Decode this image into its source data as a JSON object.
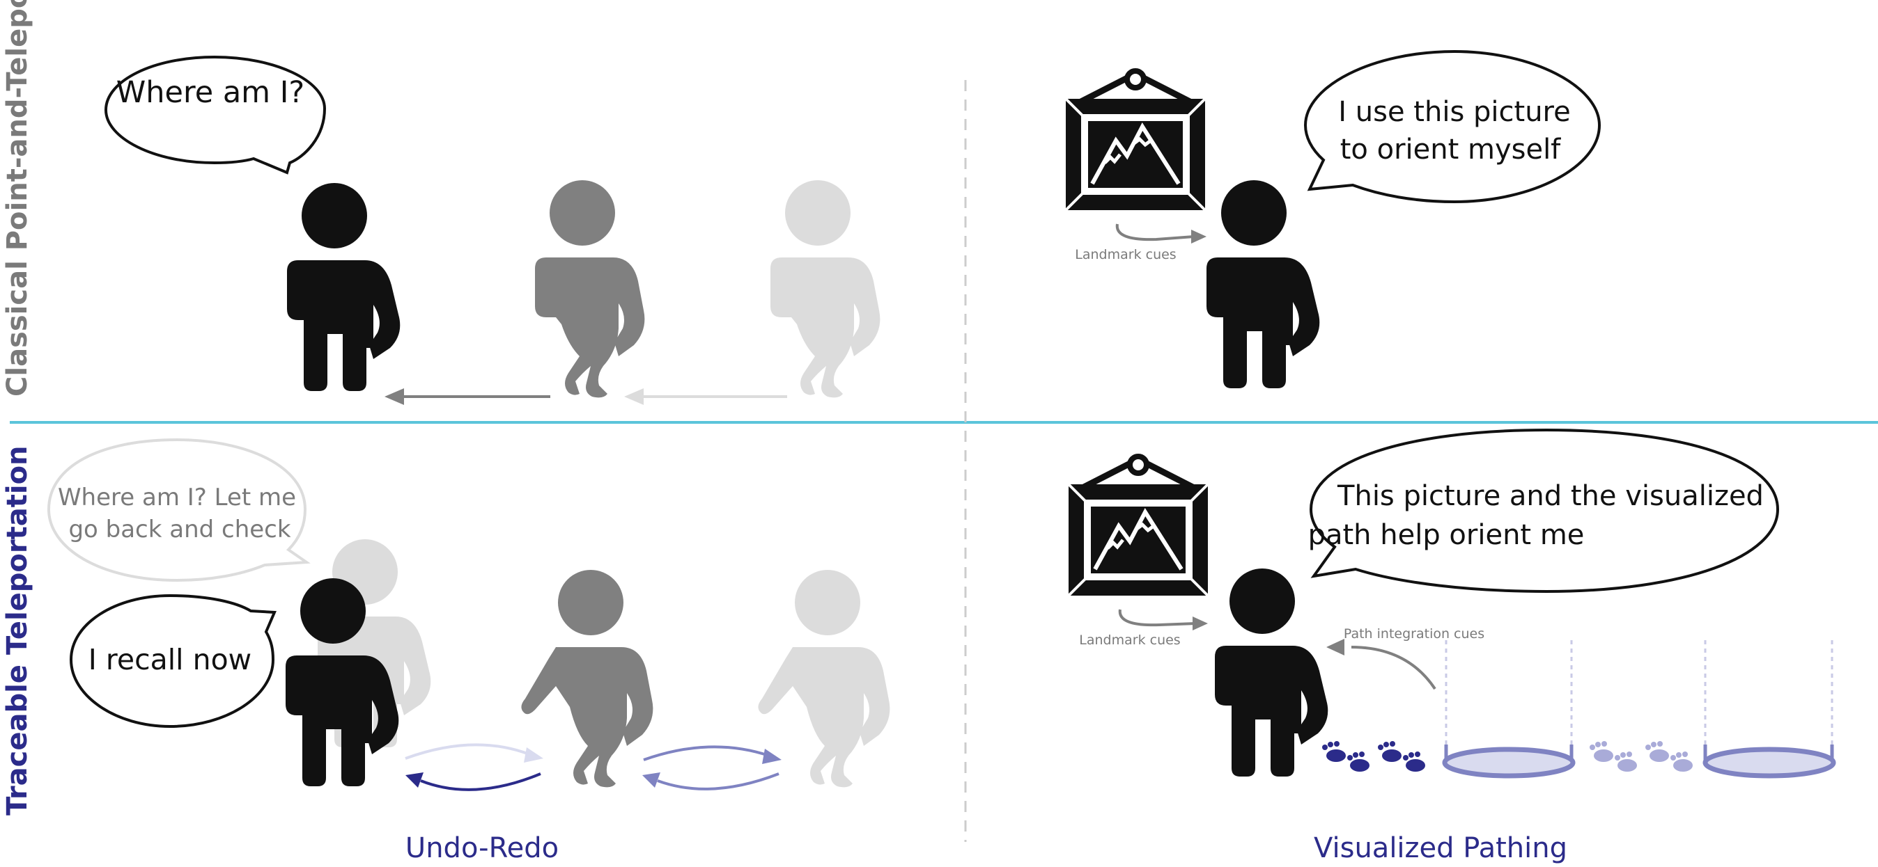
{
  "rows": {
    "top_label": "Classical Point-and-Teleport",
    "bottom_label": "Traceable Teleportation"
  },
  "columns": {
    "left_label": "Undo-Redo",
    "right_label": "Visualized Pathing"
  },
  "bubbles": {
    "where_am_i": "Where am I?",
    "orient_line1": "I use this picture",
    "orient_line2": "to orient myself",
    "goback_line1": "Where am I? Let me",
    "goback_line2": "go back and check",
    "recall": "I recall now",
    "path_line1": "This picture and the visualized",
    "path_line2": "path help orient me"
  },
  "annotations": {
    "landmark_top": "Landmark cues",
    "landmark_bottom": "Landmark cues",
    "path_integration": "Path integration cues"
  },
  "colors": {
    "black": "#111111",
    "gray_mid": "#808080",
    "gray_light": "#dcdcdc",
    "divider_blue": "#5bc4da",
    "navy": "#2b2b8a",
    "purple_mid": "#7f83c2",
    "purple_light": "#d9dbef",
    "label_gray": "#7a7a7a"
  }
}
